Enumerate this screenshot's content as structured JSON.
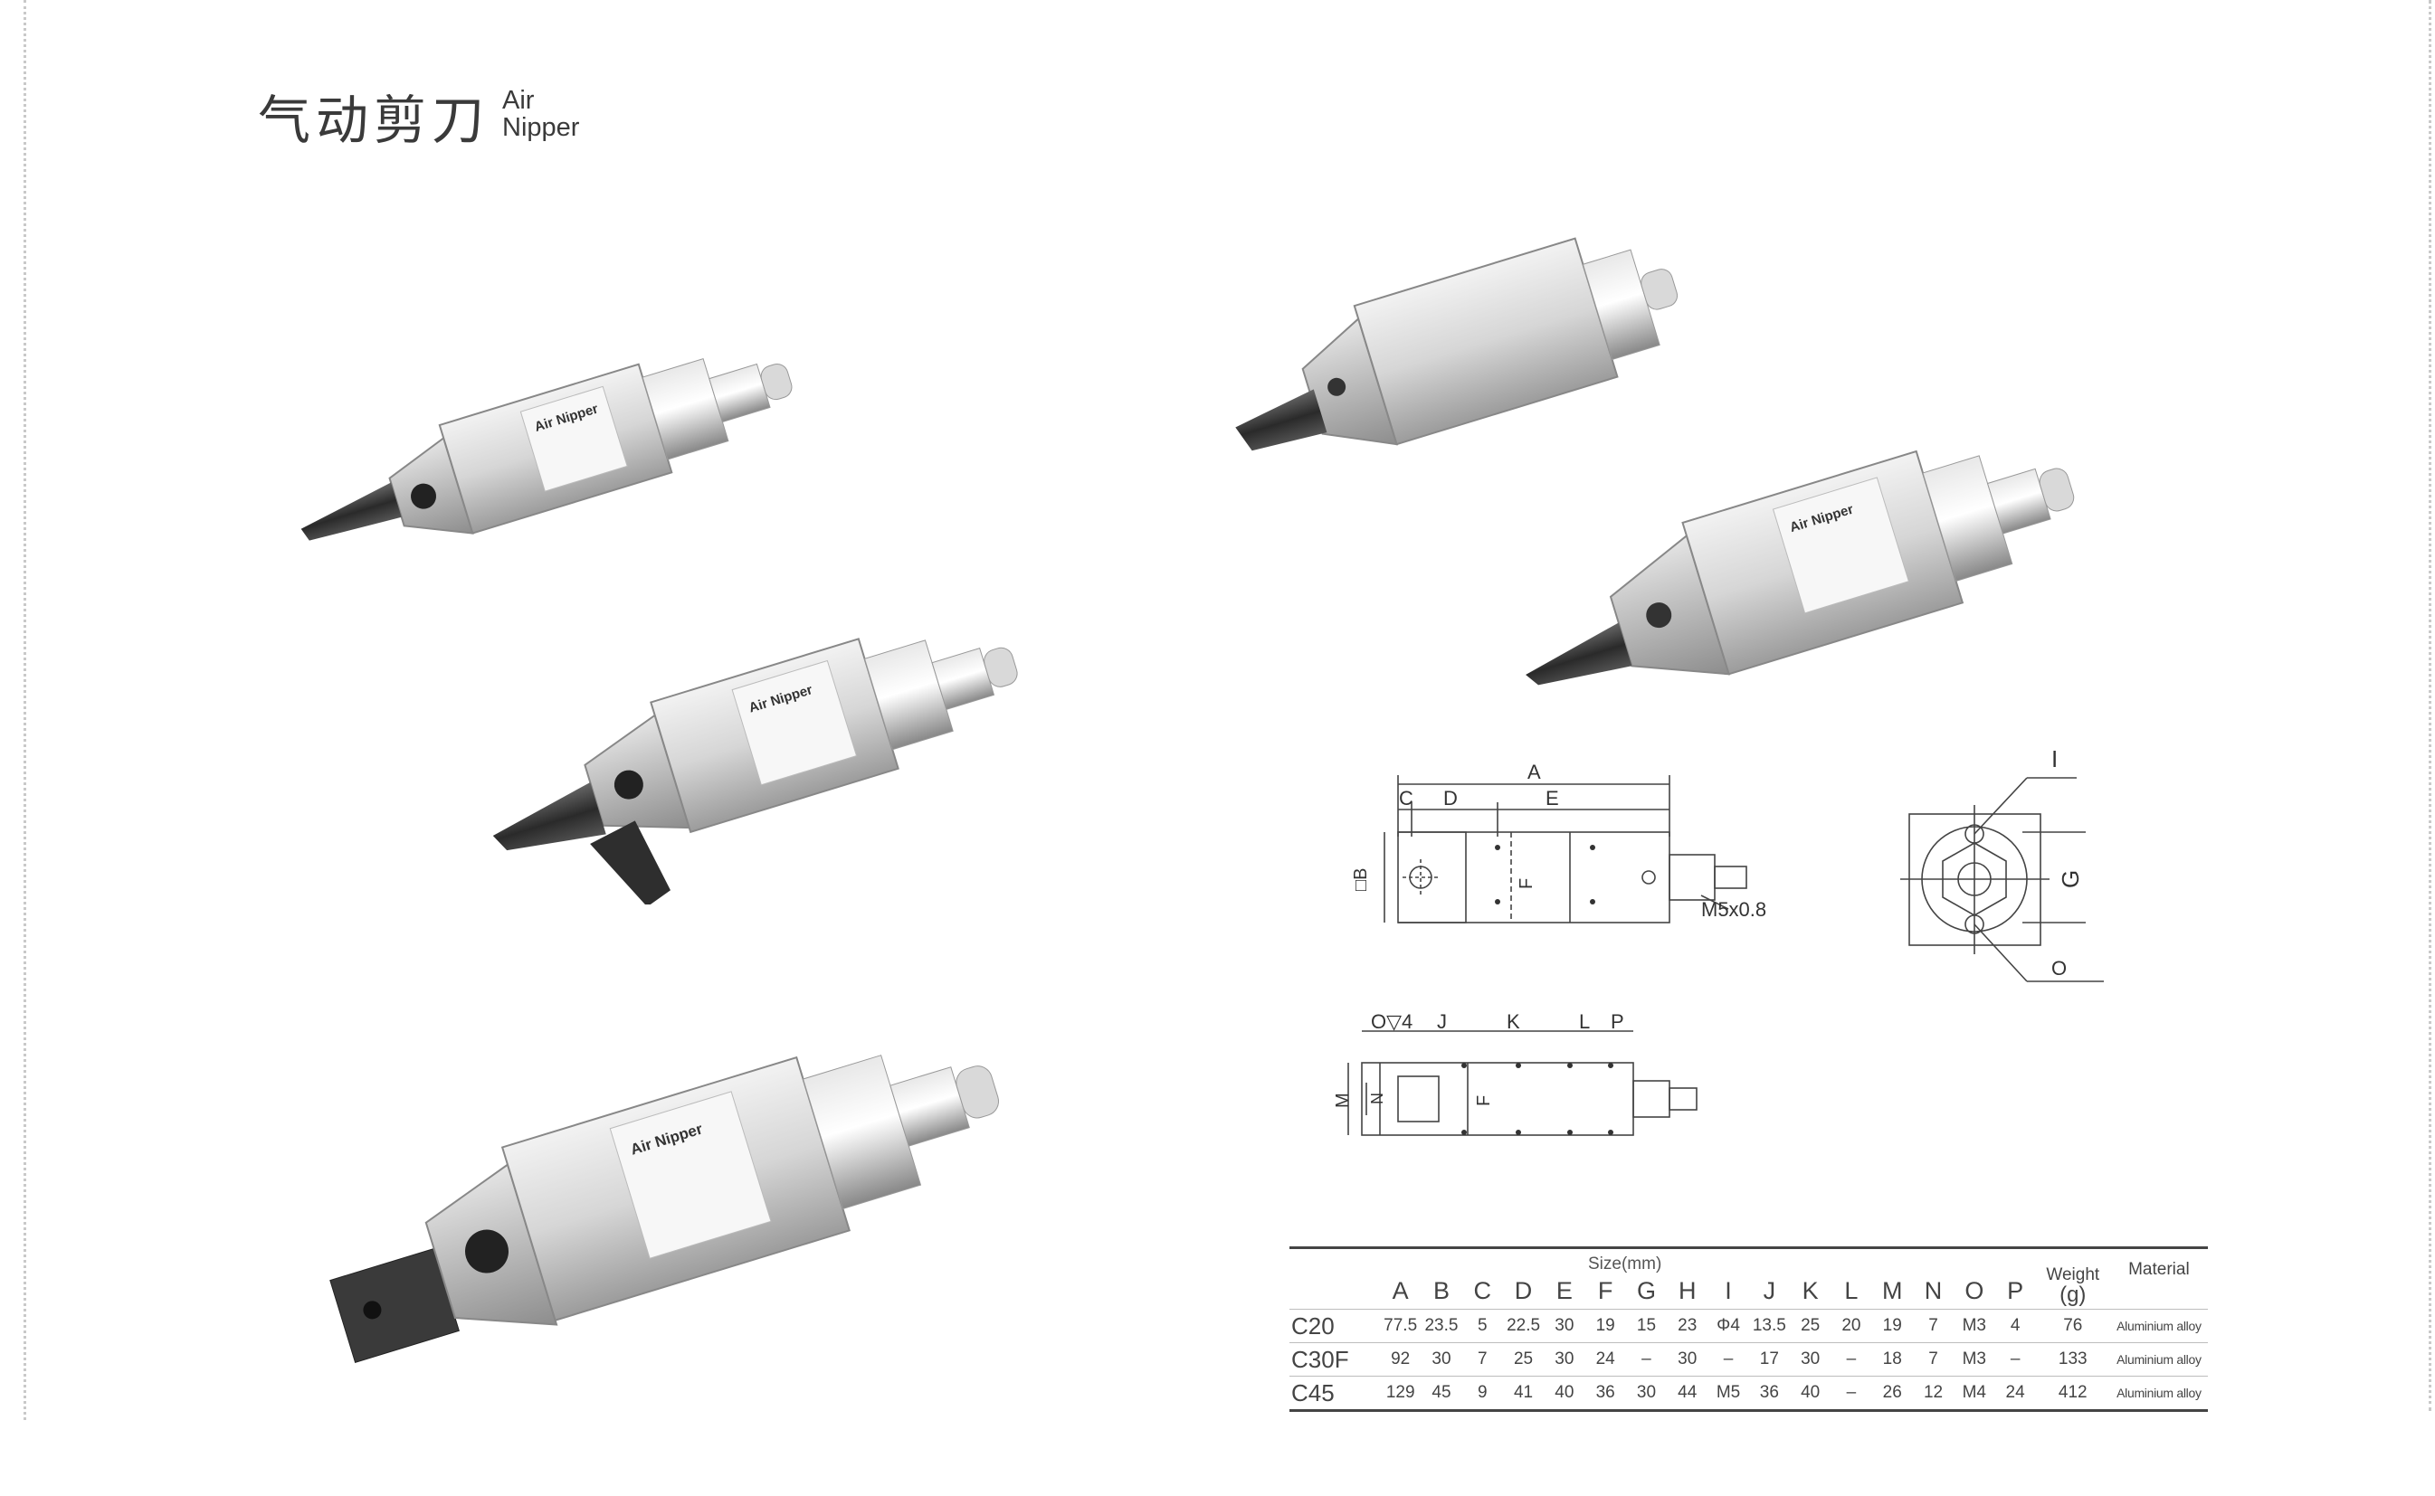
{
  "header": {
    "title_zh": "气动剪刀",
    "title_en_1": "Air",
    "title_en_2": "Nipper"
  },
  "product_labels": {
    "brand": "Air Nipper"
  },
  "drawing_side": {
    "dims": {
      "A": "A",
      "B": "□B",
      "C": "C",
      "D": "D",
      "E": "E",
      "F": "F"
    },
    "thread": "M5x0.8"
  },
  "drawing_end": {
    "I": "I",
    "G": "G",
    "O": "O"
  },
  "drawing_top": {
    "dims": {
      "O4": "O▽4",
      "J": "J",
      "K": "K",
      "L": "L",
      "P": "P",
      "M": "M",
      "N": "N",
      "F": "F"
    }
  },
  "spec_table": {
    "size_label": "Size(mm)",
    "weight_label_1": "Weight",
    "weight_label_2": "(g)",
    "material_label": "Material",
    "columns": [
      "A",
      "B",
      "C",
      "D",
      "E",
      "F",
      "G",
      "H",
      "I",
      "J",
      "K",
      "L",
      "M",
      "N",
      "O",
      "P"
    ],
    "rows": [
      {
        "model": "C20",
        "values": [
          "77.5",
          "23.5",
          "5",
          "22.5",
          "30",
          "19",
          "15",
          "23",
          "Φ4",
          "13.5",
          "25",
          "20",
          "19",
          "7",
          "M3",
          "4"
        ],
        "weight": "76",
        "material": "Aluminium alloy"
      },
      {
        "model": "C30F",
        "values": [
          "92",
          "30",
          "7",
          "25",
          "30",
          "24",
          "–",
          "30",
          "–",
          "17",
          "30",
          "–",
          "18",
          "7",
          "M3",
          "–"
        ],
        "weight": "133",
        "material": "Aluminium alloy"
      },
      {
        "model": "C45",
        "values": [
          "129",
          "45",
          "9",
          "41",
          "40",
          "36",
          "30",
          "44",
          "M5",
          "36",
          "40",
          "–",
          "26",
          "12",
          "M4",
          "24"
        ],
        "weight": "412",
        "material": "Aluminium alloy"
      }
    ]
  }
}
